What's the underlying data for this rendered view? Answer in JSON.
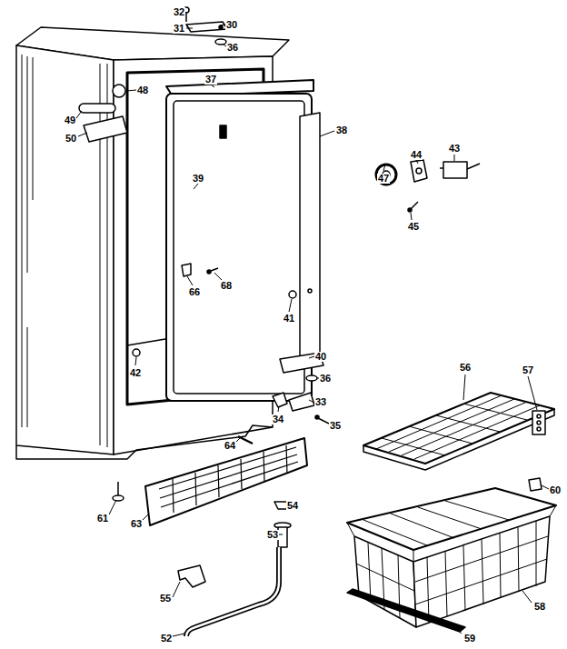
{
  "diagram": {
    "labels": [
      "32",
      "30",
      "31",
      "36",
      "48",
      "49",
      "50",
      "37",
      "38",
      "39",
      "43",
      "44",
      "47",
      "45",
      "66",
      "68",
      "41",
      "42",
      "40",
      "36",
      "33",
      "34",
      "35",
      "64",
      "56",
      "57",
      "60",
      "61",
      "63",
      "54",
      "53",
      "55",
      "52",
      "58",
      "59"
    ]
  }
}
